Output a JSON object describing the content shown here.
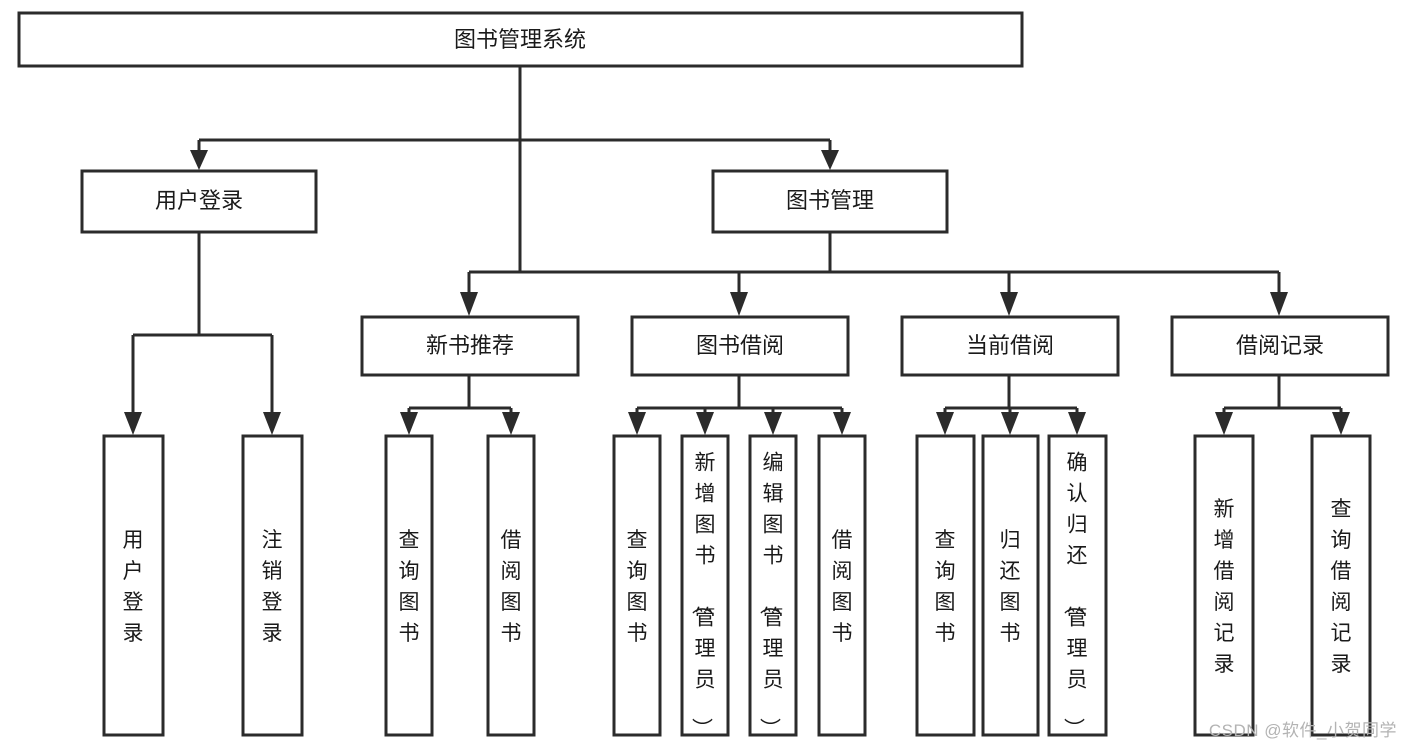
{
  "diagram": {
    "type": "tree-hierarchy-chart",
    "title": "图书管理系统",
    "background_color": "#ffffff",
    "line_color": "#2b2b2b",
    "text_color": "#1a1a1a",
    "levels": {
      "root": {
        "label": "图书管理系统"
      },
      "level2": [
        {
          "label": "用户登录"
        },
        {
          "label": "图书管理"
        }
      ],
      "level3": [
        {
          "label": "新书推荐"
        },
        {
          "label": "图书借阅"
        },
        {
          "label": "当前借阅"
        },
        {
          "label": "借阅记录"
        }
      ],
      "leaves": {
        "user_login": [
          {
            "label": "用户登录"
          },
          {
            "label": "注销登录"
          }
        ],
        "new_book_recommend": [
          {
            "label": "查询图书"
          },
          {
            "label": "借阅图书"
          }
        ],
        "book_borrow": [
          {
            "label": "查询图书"
          },
          {
            "label": "新增图书（管理员）"
          },
          {
            "label": "编辑图书（管理员）"
          },
          {
            "label": "借阅图书"
          }
        ],
        "current_borrow": [
          {
            "label": "查询图书"
          },
          {
            "label": "归还图书"
          },
          {
            "label": "确认归还（管理员）"
          }
        ],
        "borrow_record": [
          {
            "label": "新增借阅记录"
          },
          {
            "label": "查询借阅记录"
          }
        ]
      }
    }
  },
  "watermark": {
    "text": "CSDN @软件_小贺同学"
  }
}
